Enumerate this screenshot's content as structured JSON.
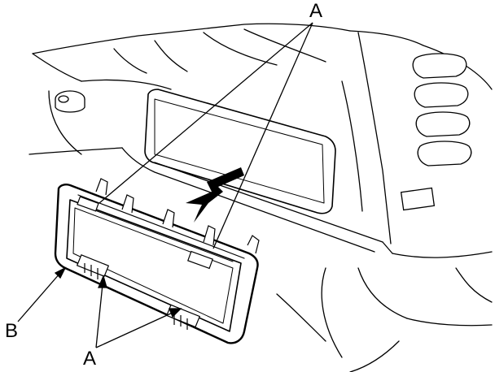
{
  "labels": {
    "a_top": "A",
    "b": "B",
    "a_bottom": "A"
  },
  "colors": {
    "line": "#000000",
    "background": "#ffffff"
  }
}
